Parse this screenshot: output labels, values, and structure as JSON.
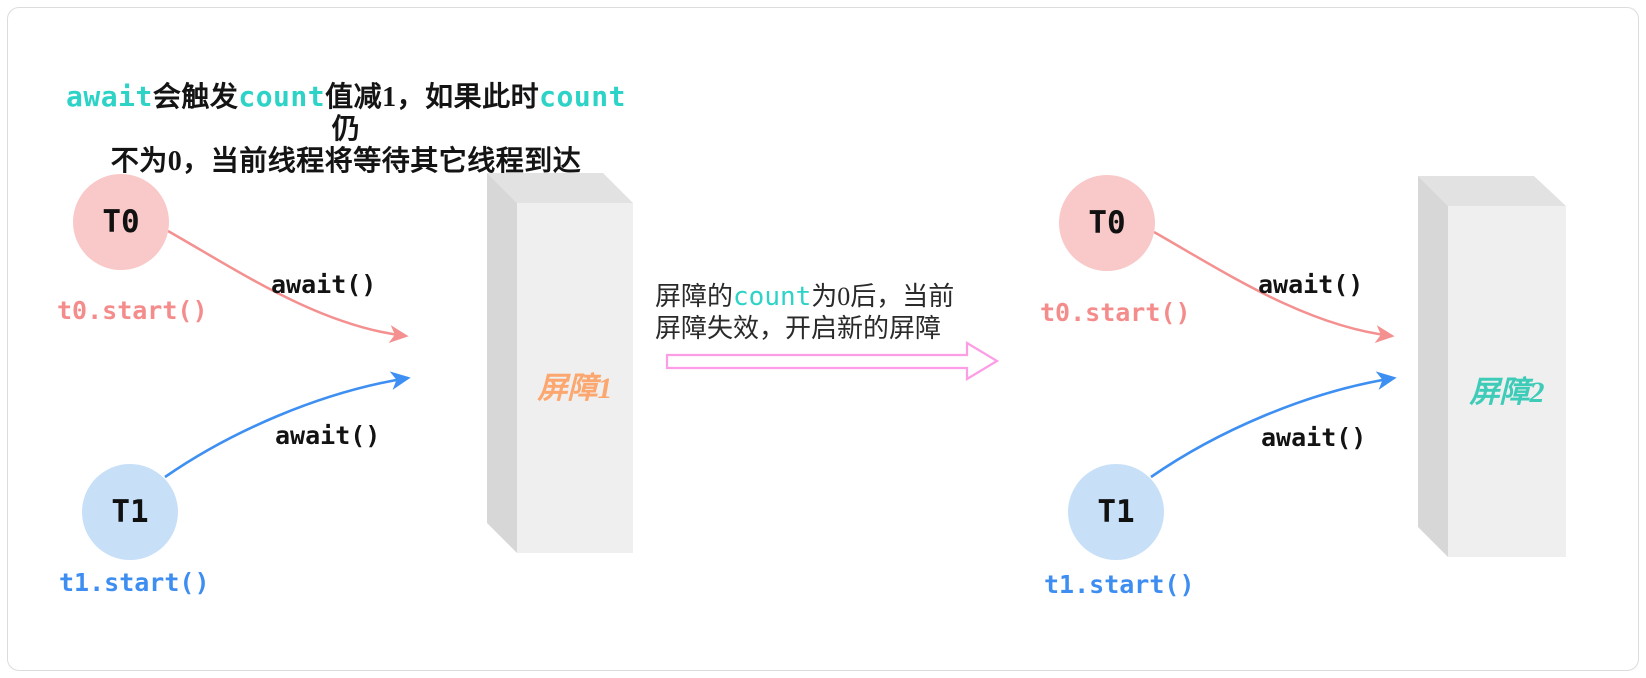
{
  "top_note": {
    "code1": "await",
    "text1": "会触发",
    "code2": "count",
    "text2": "值减1，如果此时",
    "code3": "count",
    "text3": "仍",
    "line2": "不为0，当前线程将等待其它线程到达"
  },
  "transition": {
    "text1": "屏障的",
    "code1": "count",
    "text2": "为0后，当前",
    "line2": "屏障失效，开启新的屏障"
  },
  "left": {
    "t0_label": "T0",
    "t0_start": "t0.start()",
    "t0_await": "await()",
    "t1_label": "T1",
    "t1_start": "t1.start()",
    "t1_await": "await()",
    "barrier_label": "屏障1"
  },
  "right": {
    "t0_label": "T0",
    "t0_start": "t0.start()",
    "t0_await": "await()",
    "t1_label": "T1",
    "t1_start": "t1.start()",
    "t1_await": "await()",
    "barrier_label": "屏障2"
  },
  "colors": {
    "thread0_fill": "#f9c8c8",
    "thread0_accent": "#f58c8c",
    "thread0_arrow": "#f49090",
    "thread1_fill": "#c7e0f8",
    "thread1_accent": "#3e8ef2",
    "thread1_arrow": "#3e8ff2",
    "code_accent": "#2ed3c7",
    "barrier1_label": "#fca76f",
    "barrier2_label": "#3ecbb8",
    "barrier_front": "#efefef",
    "barrier_top": "#e2e2e2",
    "barrier_side": "#d7d7d7",
    "transition_arrow": "#fc9de6",
    "card_border": "#dcdcdc"
  }
}
